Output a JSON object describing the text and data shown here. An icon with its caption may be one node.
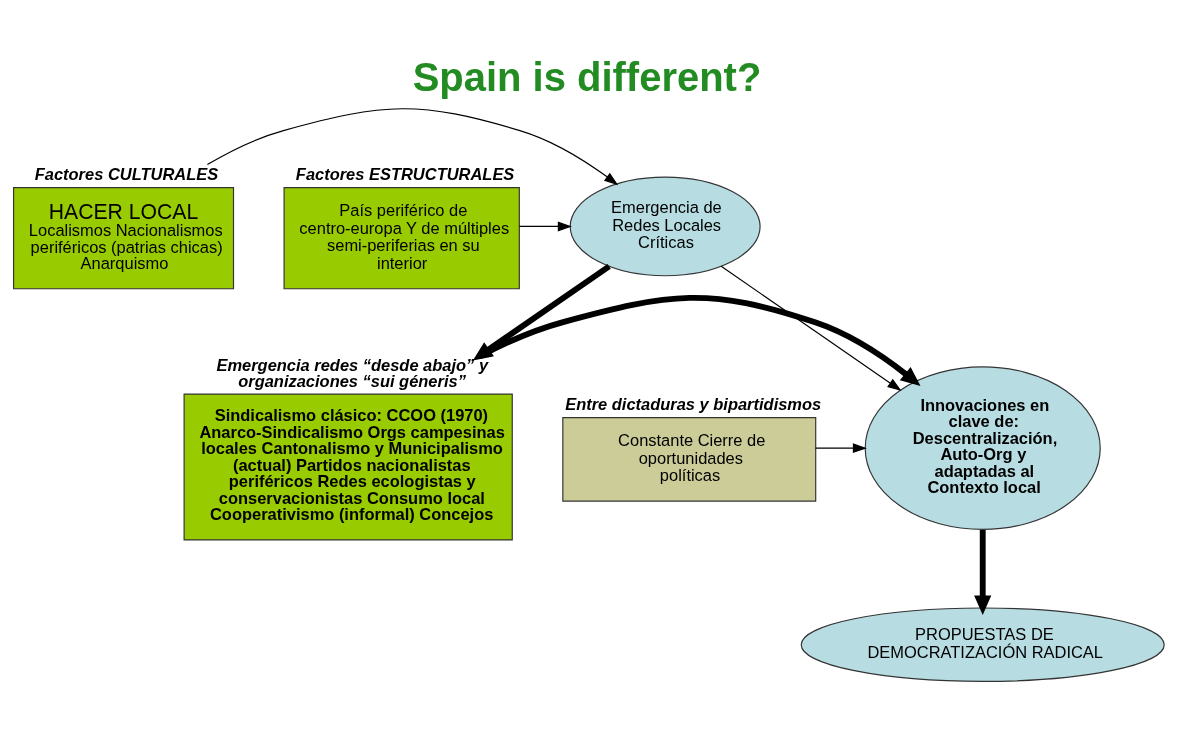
{
  "diagram": {
    "title": "Spain is different?",
    "nodes": [
      {
        "text": [
          "Factores CULTURALES",
          "HACER LOCAL",
          "Localismos Nacionalismos periféricos (patrias chicas) Anarquismo"
        ]
      },
      {
        "text": [
          "Emergencia de Redes Locales Críticas"
        ]
      },
      {
        "text": [
          "Factores ESTRUCTURALES",
          "País periférico de centro-europa Y de múltiples semi-periferias en su interior"
        ]
      },
      {
        "text": [
          "Emergencia redes “desde abajo” y organizaciones “sui géneris”",
          "Sindicalismo clásico: CCOO (1970) Anarco-Sindicalismo Orgs campesinas locales Cantonalismo y Municipalismo (actual) Partidos nacionalistas periféricos Redes ecologistas y conservacionistas Consumo local Cooperativismo (informal) Concejos"
        ]
      },
      {
        "text": [
          "Innovaciones en clave de: Descentralización, Auto-Org y adaptadas al Contexto local"
        ]
      },
      {
        "text": [
          "Entre dictaduras y bipartidismos",
          "Constante Cierre de oportunidades políticas"
        ]
      },
      {
        "text": [
          "PROPUESTAS DE DEMOCRATIZACIÓN RADICAL"
        ]
      }
    ],
    "edges": [
      {
        "from": 0,
        "to": 1,
        "arrow": "to"
      },
      {
        "from": 2,
        "to": 1,
        "arrow": "to"
      },
      {
        "from": 1,
        "to": 3,
        "arrow": "to",
        "style": "thick"
      },
      {
        "from": 1,
        "to": 4,
        "arrow": "to"
      },
      {
        "from": 3,
        "to": 4,
        "arrow": "to",
        "style": "thick"
      },
      {
        "from": 5,
        "to": 4,
        "arrow": "to"
      },
      {
        "from": 4,
        "to": 6,
        "arrow": "to",
        "style": "thick"
      }
    ]
  }
}
